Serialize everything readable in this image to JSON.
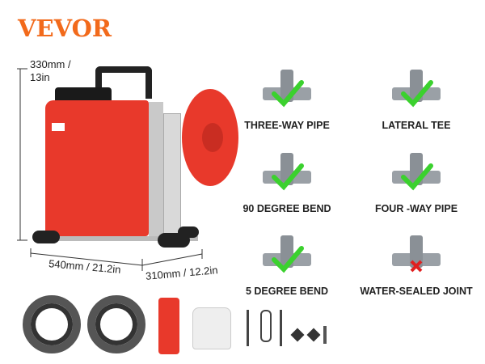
{
  "brand": "VEVOR",
  "dimensions": {
    "height": [
      "330mm /",
      "13in"
    ],
    "length": "540mm / 21.2in",
    "width": "310mm / 12.2in"
  },
  "fittings": [
    {
      "label": "THREE-WAY PIPE",
      "status": "supported"
    },
    {
      "label": "LATERAL TEE",
      "status": "supported"
    },
    {
      "label": "90 DEGREE BEND",
      "status": "supported"
    },
    {
      "label": "FOUR -WAY PIPE",
      "status": "supported"
    },
    {
      "label": "5 DEGREE BEND",
      "status": "supported"
    },
    {
      "label": "WATER-SEALED JOINT",
      "status": "not-supported"
    }
  ],
  "colors": {
    "brand": "#f26a1b",
    "machine": "#e8392b",
    "check": "#3bd12e",
    "cross": "#e02020"
  }
}
